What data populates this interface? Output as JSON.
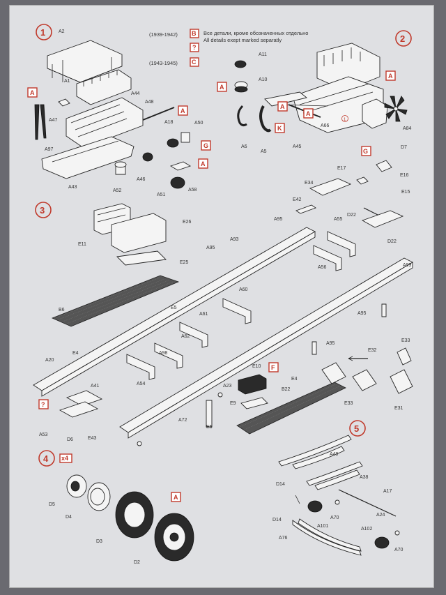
{
  "steps": [
    "1",
    "2",
    "3",
    "4",
    "5"
  ],
  "legend": {
    "B": {
      "code": "B",
      "years": "(1939-1942)",
      "text_ru": "Все детали, кроме обозначенных отдельно",
      "text_en": "All details exept marked separatly"
    },
    "Q": {
      "code": "?"
    },
    "C": {
      "code": "C",
      "years": "(1943-1945)"
    }
  },
  "labels": {
    "s1": [
      "A2",
      "A1",
      "A44",
      "A48",
      "A18",
      "A50",
      "A47",
      "A97",
      "A43",
      "A52",
      "A46",
      "A51",
      "A58"
    ],
    "s1_marks": [
      "A",
      "A",
      "G",
      "A"
    ],
    "s2": [
      "A11",
      "A10",
      "A6",
      "A5",
      "A45",
      "A66",
      "A84",
      "1"
    ],
    "s2_marks": [
      "A",
      "A",
      "K",
      "A",
      "A"
    ],
    "s3": [
      "E11",
      "E26",
      "E25",
      "B6",
      "E4",
      "E5",
      "A93",
      "A95",
      "A60",
      "A61",
      "A62",
      "A98",
      "A54",
      "A20",
      "A41",
      "A53",
      "D6",
      "E43",
      "A72",
      "A23",
      "E10",
      "E9",
      "E5",
      "B22",
      "E4",
      "A95",
      "E32",
      "E33",
      "E33",
      "E31",
      "A95",
      "A99",
      "D22",
      "A56",
      "A55",
      "D22",
      "E42",
      "E34",
      "E17",
      "E16",
      "E15",
      "D7",
      "A95"
    ],
    "s3_marks": [
      "?",
      "F",
      "G"
    ],
    "s4": [
      "D5",
      "D4",
      "D3",
      "D2"
    ],
    "s4_marks": [
      "x4",
      "A"
    ],
    "s5": [
      "D14",
      "A49",
      "A38",
      "A17",
      "D14",
      "A70",
      "A101",
      "A24",
      "A102",
      "A76",
      "A70"
    ]
  }
}
